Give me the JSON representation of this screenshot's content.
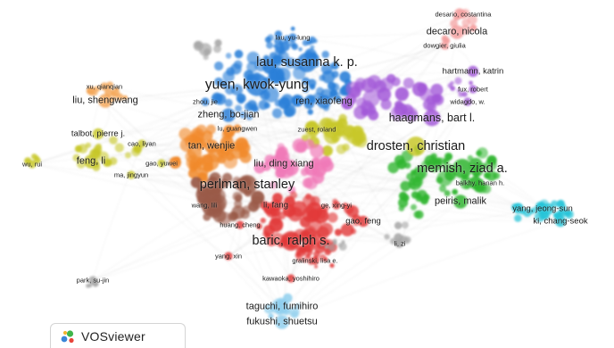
{
  "logo": {
    "text": "VOSviewer",
    "icon": "vosviewer-logo-icon"
  },
  "clusters": {
    "red": "#e23a3a",
    "green": "#2fb52f",
    "blue": "#2a7fd8",
    "yellow": "#c8c82a",
    "purple": "#a35ad8",
    "cyan": "#25c4d8",
    "orange": "#f18a2c",
    "brown": "#9a5a48",
    "pink": "#f07ab8",
    "lightorange": "#f4a85a",
    "grey": "#a8a8a8",
    "salmon": "#f4a0a0",
    "lightblue": "#8fcfee"
  },
  "authors": [
    {
      "id": "desario-costantina",
      "name": "desario, costantina",
      "cluster": "salmon",
      "size": 1
    },
    {
      "id": "decaro-nicola",
      "name": "decaro, nicola",
      "cluster": "salmon",
      "size": 3
    },
    {
      "id": "dowgier-giulia",
      "name": "dowgier, giulia",
      "cluster": "salmon",
      "size": 1
    },
    {
      "id": "lau-yu-lung",
      "name": "lau, yu-lung",
      "cluster": "blue",
      "size": 1
    },
    {
      "id": "lau-susanna-k-p",
      "name": "lau, susanna k. p.",
      "cluster": "blue",
      "size": 5
    },
    {
      "id": "yuen-kwok-yung",
      "name": "yuen, kwok-yung",
      "cluster": "blue",
      "size": 6
    },
    {
      "id": "hartmann-katrin",
      "name": "hartmann, katrin",
      "cluster": "purple",
      "size": 2
    },
    {
      "id": "fux-robert",
      "name": "fux, robert",
      "cluster": "purple",
      "size": 1
    },
    {
      "id": "widagdo-w",
      "name": "widagdo, w.",
      "cluster": "purple",
      "size": 1
    },
    {
      "id": "xu-qianqian",
      "name": "xu, qianqian",
      "cluster": "lightorange",
      "size": 1
    },
    {
      "id": "liu-shengwang",
      "name": "liu, shengwang",
      "cluster": "lightorange",
      "size": 3
    },
    {
      "id": "zhou-jie",
      "name": "zhou, jie",
      "cluster": "blue",
      "size": 1
    },
    {
      "id": "ren-xiaofeng",
      "name": "ren, xiaofeng",
      "cluster": "blue",
      "size": 3
    },
    {
      "id": "zheng-bo-jian",
      "name": "zheng, bo-jian",
      "cluster": "blue",
      "size": 3
    },
    {
      "id": "haagmans-bart-l",
      "name": "haagmans, bart l.",
      "cluster": "purple",
      "size": 4
    },
    {
      "id": "lu-guangwen",
      "name": "lu, guangwen",
      "cluster": "orange",
      "size": 1
    },
    {
      "id": "zuest-roland",
      "name": "zuest, roland",
      "cluster": "yellow",
      "size": 1
    },
    {
      "id": "talbot-pierre-j",
      "name": "talbot, pierre j.",
      "cluster": "yellow",
      "size": 2
    },
    {
      "id": "cao-liyan",
      "name": "cao, liyan",
      "cluster": "yellow",
      "size": 1
    },
    {
      "id": "tan-wenjie",
      "name": "tan, wenjie",
      "cluster": "orange",
      "size": 3
    },
    {
      "id": "drosten-christian",
      "name": "drosten, christian",
      "cluster": "yellow",
      "size": 5
    },
    {
      "id": "wu-rui",
      "name": "wu, rui",
      "cluster": "yellow",
      "size": 1
    },
    {
      "id": "feng-li",
      "name": "feng, li",
      "cluster": "yellow",
      "size": 3
    },
    {
      "id": "gao-yuwei",
      "name": "gao, yuwei",
      "cluster": "yellow",
      "size": 1
    },
    {
      "id": "ma-jingyun",
      "name": "ma, jingyun",
      "cluster": "yellow",
      "size": 1
    },
    {
      "id": "liu-ding-xiang",
      "name": "liu, ding xiang",
      "cluster": "pink",
      "size": 3
    },
    {
      "id": "memish-ziad-a",
      "name": "memish, ziad a.",
      "cluster": "green",
      "size": 5
    },
    {
      "id": "balkhy-hanan-h",
      "name": "balkhy, hanan h.",
      "cluster": "green",
      "size": 1
    },
    {
      "id": "perlman-stanley",
      "name": "perlman, stanley",
      "cluster": "brown",
      "size": 5
    },
    {
      "id": "peiris-malik",
      "name": "peiris, malik",
      "cluster": "green",
      "size": 3
    },
    {
      "id": "wang-lili",
      "name": "wang, lili",
      "cluster": "brown",
      "size": 1
    },
    {
      "id": "li-fang",
      "name": "li, fang",
      "cluster": "red",
      "size": 2
    },
    {
      "id": "ge-xing-yi",
      "name": "ge, xing-yi",
      "cluster": "red",
      "size": 1
    },
    {
      "id": "gao-feng",
      "name": "gao, feng",
      "cluster": "red",
      "size": 2
    },
    {
      "id": "yang-jeong-sun",
      "name": "yang, jeong-sun",
      "cluster": "cyan",
      "size": 2
    },
    {
      "id": "ki-chang-seok",
      "name": "ki, chang-seok",
      "cluster": "cyan",
      "size": 2
    },
    {
      "id": "huang-cheng",
      "name": "huang, cheng",
      "cluster": "red",
      "size": 1
    },
    {
      "id": "baric-ralph-s",
      "name": "baric, ralph s.",
      "cluster": "red",
      "size": 5
    },
    {
      "id": "li-zi",
      "name": "li, zi",
      "cluster": "grey",
      "size": 1
    },
    {
      "id": "yang-xin",
      "name": "yang, xin",
      "cluster": "red",
      "size": 1
    },
    {
      "id": "gralinski-lisa-e",
      "name": "gralinski, lisa e.",
      "cluster": "red",
      "size": 1
    },
    {
      "id": "kawaoka-yoshihiro",
      "name": "kawaoka, yoshihiro",
      "cluster": "red",
      "size": 1
    },
    {
      "id": "park-su-jin",
      "name": "park, su-jin",
      "cluster": "grey",
      "size": 1
    },
    {
      "id": "taguchi-fumihiro",
      "name": "taguchi, fumihiro",
      "cluster": "lightblue",
      "size": 3
    },
    {
      "id": "fukushi-shuetsu",
      "name": "fukushi, shuetsu",
      "cluster": "lightblue",
      "size": 3
    }
  ]
}
